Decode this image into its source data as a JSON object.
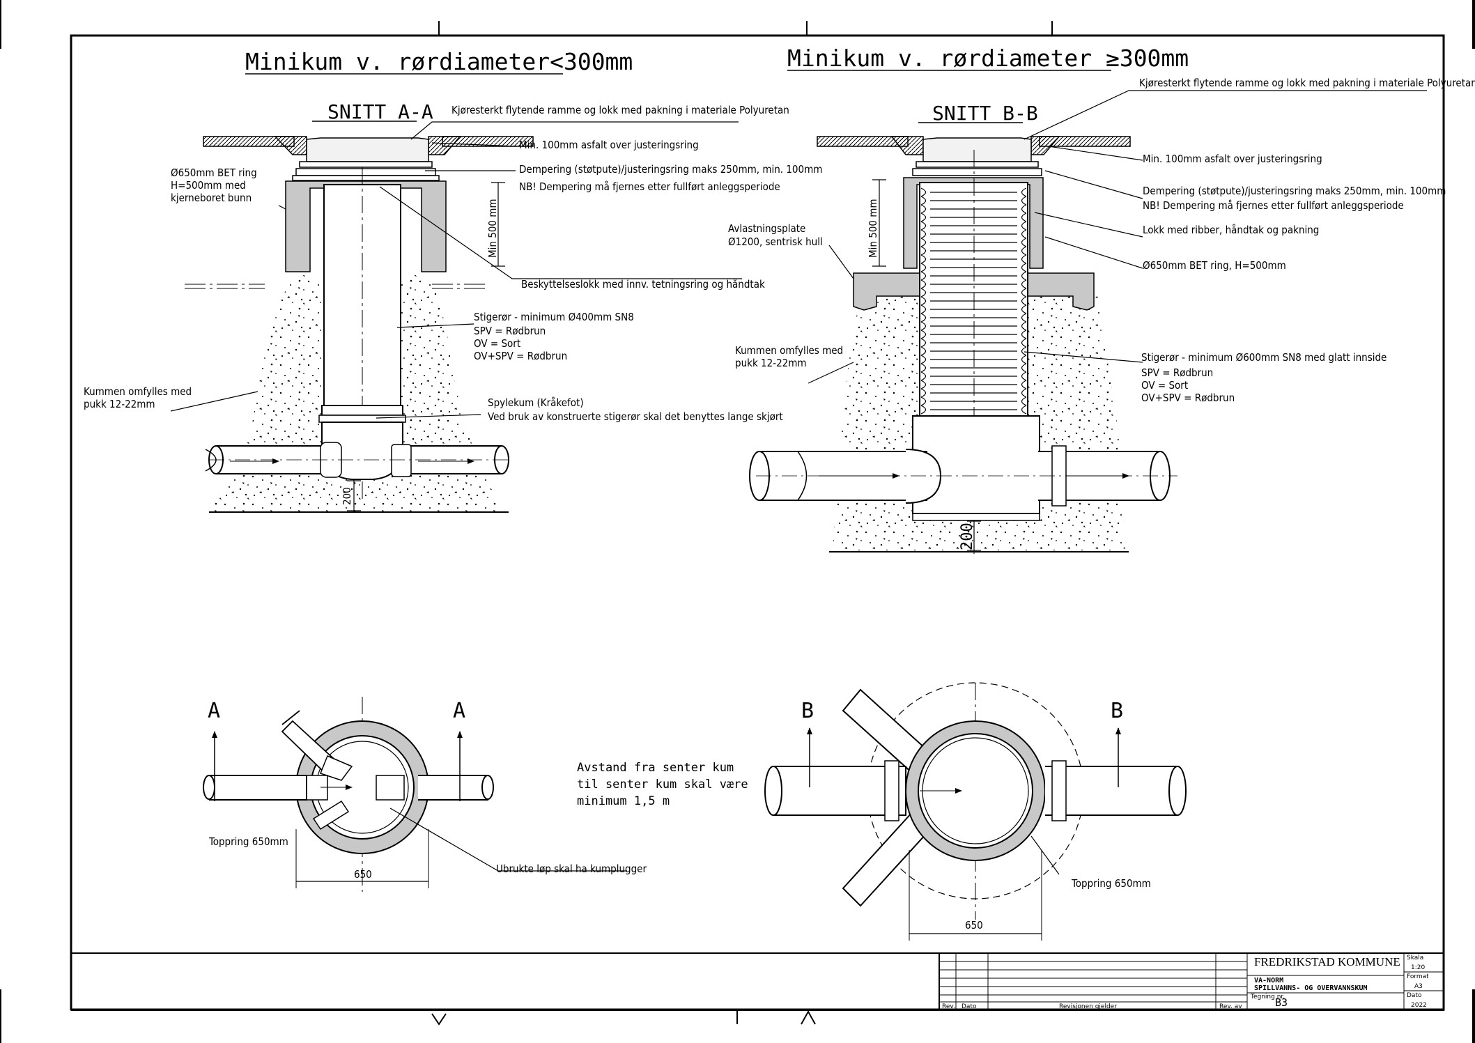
{
  "left": {
    "title": "Minikum v. rørdiameter<300mm",
    "section": "SNITT A-A",
    "labels": {
      "cover": "Kjøresterkt flytende ramme og lokk med pakning i materiale Polyuretan",
      "asphalt": "Min. 100mm asfalt over justeringsring",
      "damping": "Dempering (støtpute)/justeringsring maks 250mm, min. 100mm",
      "damping_note": "NB! Dempering må fjernes etter fullført anleggsperiode",
      "ring1": "Ø650mm BET ring",
      "ring2": "H=500mm med",
      "ring3": "kjerneboret bunn",
      "min500": "Min 500 mm",
      "protect": "Beskyttelseslokk med innv. tetningsring og håndtak",
      "riser": "Stigerør - minimum Ø400mm SN8",
      "spv": "SPV = Rødbrun",
      "ov": "OV = Sort",
      "ovspv": "OV+SPV = Rødbrun",
      "fill1": "Kummen omfylles med",
      "fill2": "pukk 12-22mm",
      "flush": "Spylekum (Kråkefot)",
      "flush_note": "Ved bruk av konstruerte stigerør skal det benyttes lange skjørt",
      "dim200": "200"
    }
  },
  "right": {
    "title": "Minikum v. rørdiameter ≥300mm",
    "section": "SNITT B-B",
    "labels": {
      "cover": "Kjøresterkt flytende ramme og lokk med pakning i materiale Polyuretan",
      "asphalt": "Min. 100mm asfalt over justeringsring",
      "damping": "Dempering (støtpute)/justeringsring maks 250mm, min. 100mm",
      "damping_note": "NB! Dempering må fjernes etter fullført anleggsperiode",
      "lid": "Lokk med ribber, håndtak og pakning",
      "ring": "Ø650mm BET ring, H=500mm",
      "plate1": "Avlastningsplate",
      "plate2": "Ø1200, sentrisk hull",
      "min500": "Min 500 mm",
      "fill1": "Kummen omfylles med",
      "fill2": "pukk 12-22mm",
      "riser": "Stigerør - minimum Ø600mm SN8 med glatt innside",
      "spv": "SPV = Rødbrun",
      "ov": "OV = Sort",
      "ovspv": "OV+SPV = Rødbrun",
      "dim200": "200"
    }
  },
  "plan": {
    "markA": "A",
    "markB": "B",
    "topring": "Toppring 650mm",
    "dim650": "650",
    "unused": "Ubrukte løp skal ha kumplugger",
    "distance1": "Avstand fra senter kum",
    "distance2": "til senter kum skal være",
    "distance3": "minimum 1,5 m"
  },
  "titleblock": {
    "org": "FREDRIKSTAD KOMMUNE",
    "std": "VA-NORM",
    "name": "SPILLVANNS- OG OVERVANNSKUM",
    "tegnr_label": "Tegning nr.",
    "tegnr": "B3",
    "rev": "Rev.",
    "dato": "Dato",
    "revisjon": "Revisjonen gjelder",
    "revav": "Rev. av",
    "skala_label": "Skala",
    "skala": "1:20",
    "format_label": "Format",
    "format": "A3",
    "year_label": "Dato",
    "year": "2022"
  }
}
